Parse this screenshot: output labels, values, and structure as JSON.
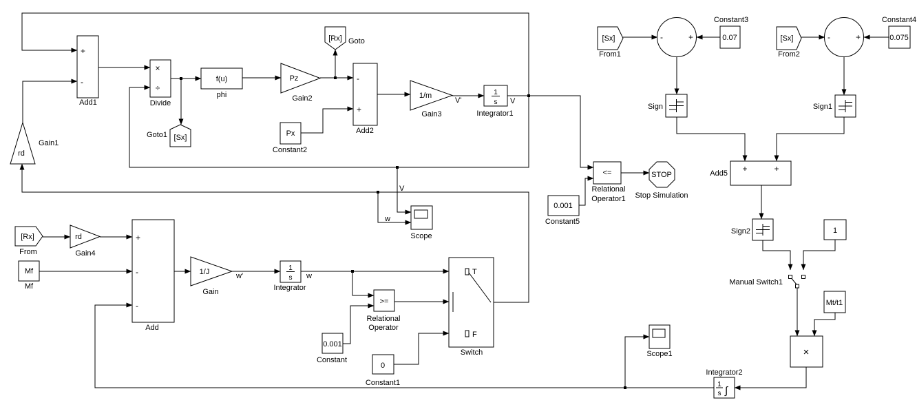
{
  "blocks": {
    "add1": {
      "label": "Add1",
      "signs": [
        "+",
        "-"
      ]
    },
    "divide": {
      "label": "Divide",
      "symbols": [
        "×",
        "÷"
      ]
    },
    "goto1": {
      "tag": "[Sx]",
      "label": "Goto1"
    },
    "phi": {
      "expr": "f(u)",
      "label": "phi"
    },
    "gain2": {
      "gain": "Pz",
      "label": "Gain2"
    },
    "goto": {
      "tag": "[Rx]",
      "label": "Goto"
    },
    "constant2": {
      "value": "Px",
      "label": "Constant2"
    },
    "add2": {
      "signs": [
        "-",
        "+"
      ],
      "label": "Add2"
    },
    "gain3": {
      "gain": "1/m",
      "label": "Gain3"
    },
    "integrator1": {
      "num": "1",
      "den": "s",
      "label": "Integrator1"
    },
    "gain1": {
      "gain": "rd",
      "label": "Gain1"
    },
    "scope": {
      "label": "Scope"
    },
    "relational_operator1": {
      "op": "<=",
      "label_line1": "Relational",
      "label_line2": "Operator1"
    },
    "stop": {
      "text": "STOP",
      "label": "Stop Simulation"
    },
    "constant5": {
      "value": "0.001",
      "label": "Constant5"
    },
    "from1": {
      "tag": "[Sx]",
      "label": "From1"
    },
    "sum_a": {
      "signs": [
        "-",
        "+"
      ]
    },
    "constant3": {
      "value": "0.07",
      "label": "Constant3"
    },
    "sign": {
      "label": "Sign"
    },
    "from2": {
      "tag": "[Sx]",
      "label": "From2"
    },
    "sum_b": {
      "signs": [
        "-",
        "+"
      ]
    },
    "constant4": {
      "value": "0.075",
      "label": "Constant4"
    },
    "sign1": {
      "label": "Sign1"
    },
    "add5": {
      "signs": [
        "+",
        "+"
      ],
      "label": "Add5"
    },
    "sign2": {
      "label": "Sign2"
    },
    "constant_one": {
      "value": "1"
    },
    "manual_switch1": {
      "label": "Manual Switch1"
    },
    "mt_t1": {
      "value": "Mt/t1"
    },
    "product": {
      "symbol": "×"
    },
    "integrator2": {
      "num": "1",
      "den": "s",
      "integral": "∫",
      "label": "Integrator2"
    },
    "scope1": {
      "label": "Scope1"
    },
    "from": {
      "tag": "[Rx]",
      "label": "From"
    },
    "gain4": {
      "gain": "rd",
      "label": "Gain4"
    },
    "mf": {
      "value": "Mf",
      "label": "Mf"
    },
    "add": {
      "signs": [
        "+",
        "-",
        "-"
      ],
      "label": "Add"
    },
    "gain": {
      "gain": "1/J",
      "label": "Gain"
    },
    "integrator": {
      "num": "1",
      "den": "s",
      "label": "Integrator"
    },
    "relational_operator": {
      "op": ">=",
      "label_line1": "Relational",
      "label_line2": "Operator"
    },
    "constant": {
      "value": "0.001",
      "label": "Constant"
    },
    "constant1": {
      "value": "0",
      "label": "Constant1"
    },
    "switch": {
      "label": "Switch",
      "true_port": "T",
      "false_port": "F"
    }
  },
  "signal_labels": {
    "v": "V",
    "v_scope": "V",
    "v_dot": "V'",
    "w": "w",
    "w_scope": "w",
    "w_dot": "w'"
  }
}
